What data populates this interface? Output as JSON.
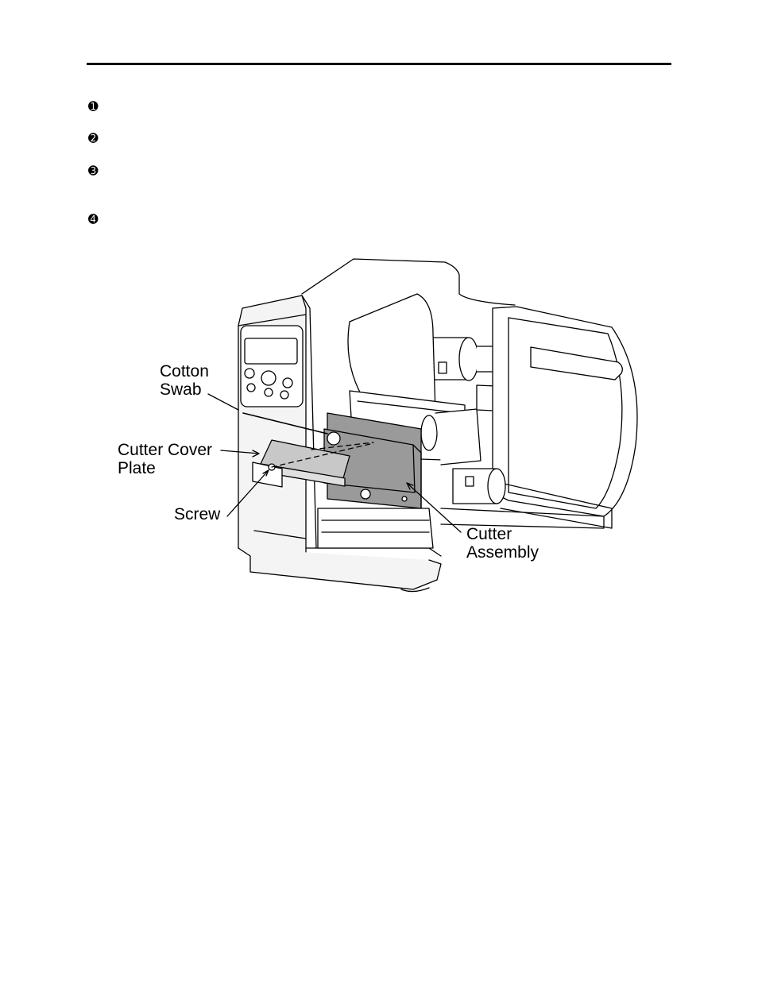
{
  "steps": [
    {
      "marker": "➊",
      "text": ""
    },
    {
      "marker": "➋",
      "text": ""
    },
    {
      "marker": "➌",
      "text": ""
    },
    {
      "marker": "➍",
      "text": ""
    }
  ],
  "figure": {
    "labels": {
      "cotton_swab": [
        "Cotton",
        "Swab"
      ],
      "cutter_cover_plate": [
        "Cutter Cover",
        "Plate"
      ],
      "screw": "Screw",
      "cutter_assembly": [
        "Cutter",
        "Assembly"
      ]
    },
    "colors": {
      "line": "#000000",
      "body": "#f4f4f4",
      "cutter": "#9a9a9a",
      "plate": "#c8c8c8"
    }
  }
}
